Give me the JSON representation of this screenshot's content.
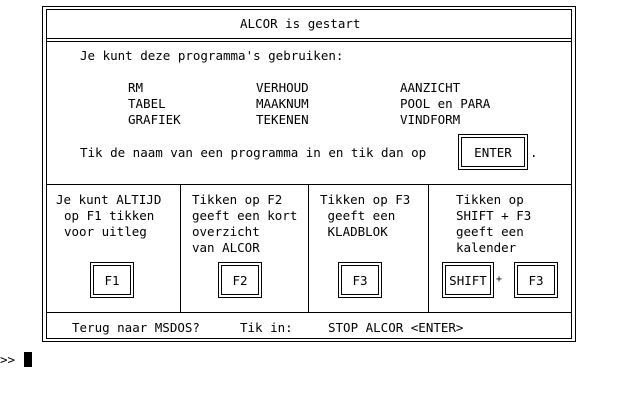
{
  "title": "ALCOR is gestart",
  "intro": "Je kunt deze programma's gebruiken:",
  "programs": {
    "col1": [
      "RM",
      "TABEL",
      "GRAFIEK"
    ],
    "col2": [
      "VERHOUD",
      "MAAKNUM",
      "TEKENEN"
    ],
    "col3": [
      "AANZICHT",
      "POOL en PARA",
      "VINDFORM"
    ]
  },
  "instruction": "Tik de naam van een programma in en tik dan op",
  "instruction_end": ".",
  "enter_key": "ENTER",
  "panels": [
    {
      "lines": [
        "Je kunt ALTIJD",
        "op F1 tikken",
        "voor uitleg"
      ],
      "key": "F1"
    },
    {
      "lines": [
        "Tikken op F2",
        "geeft een kort",
        "overzicht",
        "van ALCOR"
      ],
      "key": "F2"
    },
    {
      "lines": [
        "Tikken op F3",
        " geeft een",
        " KLADBLOK"
      ],
      "key": "F3"
    },
    {
      "lines": [
        "Tikken op",
        "SHIFT + F3",
        "geeft een",
        "kalender"
      ],
      "key_shift": "SHIFT",
      "plus": "+",
      "key": "F3"
    }
  ],
  "footer": {
    "back": "Terug naar MSDOS?",
    "tik_in": "Tik in:",
    "command": "STOP ALCOR <ENTER>"
  },
  "prompt": ">>"
}
